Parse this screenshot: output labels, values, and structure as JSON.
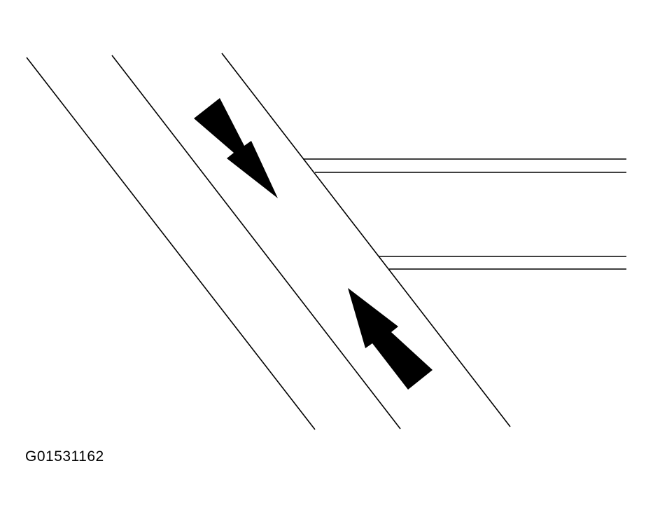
{
  "figure": {
    "id_label": "G01531162",
    "line_color": "#000000",
    "arrow_color": "#000000",
    "background": "#ffffff",
    "arrows": [
      {
        "name": "arrow-down-right",
        "direction": "down-right"
      },
      {
        "name": "arrow-up-left",
        "direction": "up-left"
      }
    ]
  }
}
